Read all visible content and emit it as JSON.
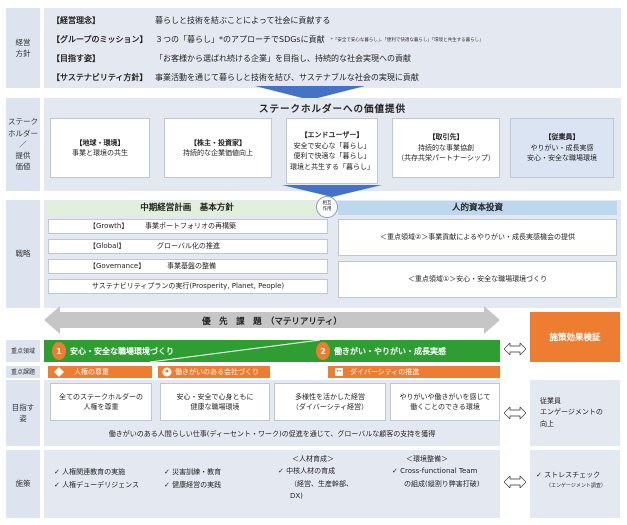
{
  "row_labels": {
    "policy": "経営\n方針",
    "stakeholder": "ステーク\nホルダー\n／\n提供\n価値",
    "strategy": "戦略",
    "focus_area": "重点領域",
    "focus_issue": "重点課題",
    "goal": "目指す\n姿",
    "measures": "施策"
  },
  "policy": [
    {
      "key": "【経営理念】",
      "value": "暮らしと技術を結ぶことによって社会に貢献する",
      "note": ""
    },
    {
      "key": "【グループのミッション】",
      "value": "３つの「暮らし」*のアプローチでSDGsに貢献",
      "note": "*「安全で安心な暮らし」、「便利で快適な暮らし」「環境と共生する暮らし」"
    },
    {
      "key": "【目指す姿】",
      "value": "「お客様から選ばれ続ける企業」を目指し、持続的な社会実現への貢献",
      "note": ""
    },
    {
      "key": "【サステナビリティ方針】",
      "value": "事業活動を通じて暮らしと技術を結び、サステナブルな社会の実現に貢献",
      "note": ""
    }
  ],
  "stakeholder": {
    "title": "ステークホルダーへの価値提供",
    "boxes": [
      {
        "title": "【地球・環境】",
        "lines": [
          "事業と環境の共生"
        ]
      },
      {
        "title": "【株主・投資家】",
        "lines": [
          "持続的な企業価値向上"
        ]
      },
      {
        "title": "【エンドユーザー】",
        "lines": [
          "安全で安心な「暮らし」",
          "便利で快適な「暮らし」",
          "環境と共生する「暮らし」"
        ]
      },
      {
        "title": "【取引先】",
        "lines": [
          "持続的な事業協創",
          "（共存共栄パートナーシップ）"
        ]
      },
      {
        "title": "【従業員】",
        "lines": [
          "やりがい・成長実感",
          "安心・安全な職場環境"
        ]
      }
    ]
  },
  "strategy": {
    "left_title": "中期経営計画　基本方針",
    "mutual": "相互\n作用",
    "right_title": "人的資本投資",
    "policies": [
      {
        "key": "【Growth】",
        "value": "事業ポートフォリオの再構築"
      },
      {
        "key": "【Global】",
        "value": "グローバル化の推進"
      },
      {
        "key": "【Governance】",
        "value": "事業基盤の整備"
      }
    ],
    "sustain": "サステナビリティプランの実行(Prosperity, Planet, People)",
    "hc_1": "＜重点領域②＞事業貢献によるやりがい・成長実感機会の提供",
    "hc_2": "＜重点領域①＞安心・安全な職場環境づくり"
  },
  "priority": {
    "title": "優　先　課　題　（マテリアリティ）",
    "area1_num": "1",
    "area1": "安心・安全な職場環境づくり",
    "area2_num": "2",
    "area2": "働きがい・やりがい・成長実感",
    "issues": [
      "人権の尊重",
      "働きがいのある会社づくり",
      "ダイバーシティの推進"
    ],
    "effect": "施策効果検証"
  },
  "goals": {
    "boxes": [
      "全てのステークホルダーの\n人権を尊重",
      "安心・安全で心身ともに\n健康な職場環境",
      "多様性を活かした経営\n（ダイバーシティ経営）",
      "やりがいや働きがいを感じて\n働くことのできる環境"
    ],
    "bottom": "働きがいのある人間らしい仕事(ディーセント・ワーク)の促進を通じて、グローバルな顧客の支持を獲得",
    "engagement": "従業員\nエンゲージメントの\n向上"
  },
  "measures": {
    "col1": [
      "人権関連教育の実施",
      "人権デューデリジェンス"
    ],
    "col2": [
      "災害訓練・教育",
      "健康経営の実践"
    ],
    "col3_title": "＜人材育成＞",
    "col3": [
      "中核人材の育成",
      "（経営、生産幹部、",
      "DX)"
    ],
    "col4_title": "＜環境整備＞",
    "col4": [
      "Cross-functional Team",
      "の組成(縦割り弊害打破)"
    ],
    "col5": [
      "ストレスチェック",
      "（エンゲージメント調査）"
    ]
  }
}
